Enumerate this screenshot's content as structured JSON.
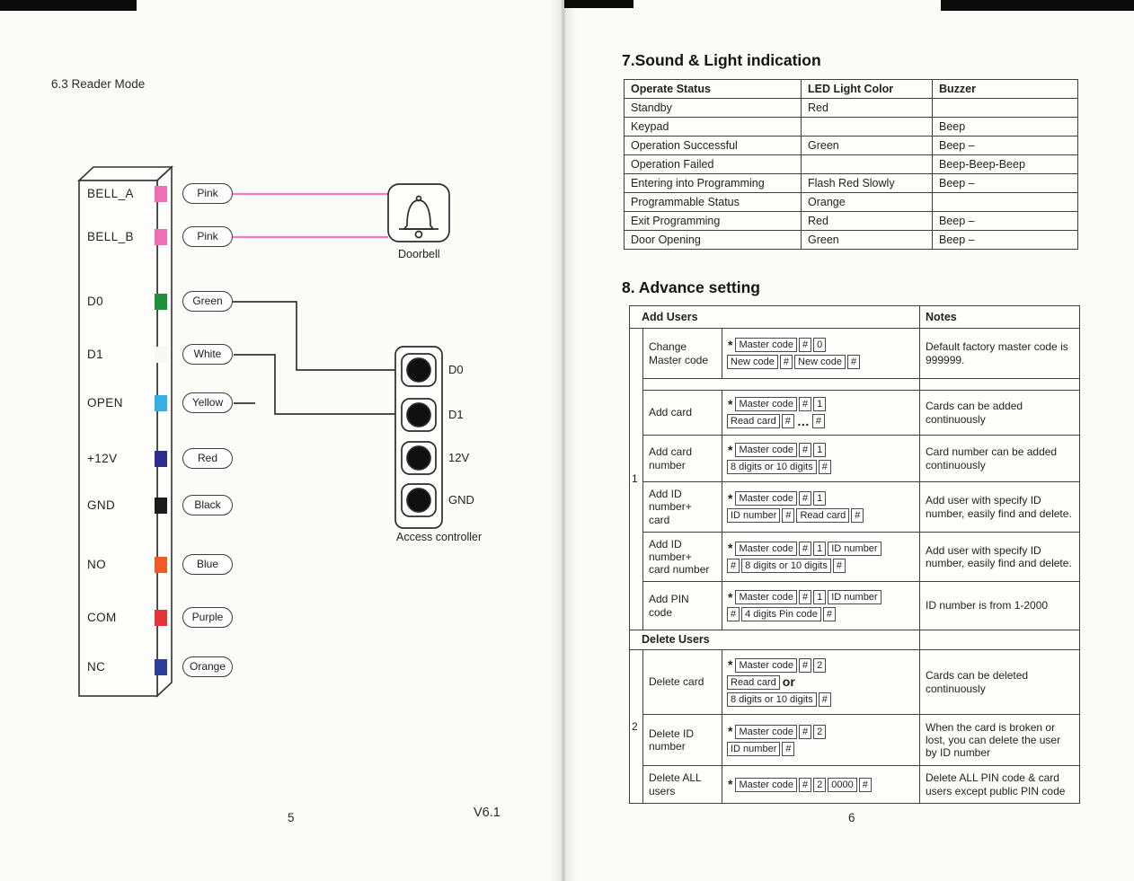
{
  "left_page": {
    "section_title": "6.3  Reader Mode",
    "page_number": "5",
    "version": "V6.1",
    "doorbell_label": "Doorbell",
    "access_controller_label": "Access controller",
    "controller_ports": [
      "D0",
      "D1",
      "12V",
      "GND"
    ],
    "terminals": [
      {
        "name": "BELL_A",
        "wire_label": "Pink",
        "wire_color": "#ef6fb6"
      },
      {
        "name": "BELL_B",
        "wire_label": "Pink",
        "wire_color": "#ef6fb6"
      },
      {
        "name": "D0",
        "wire_label": "Green",
        "wire_color": "#1e8f3c"
      },
      {
        "name": "D1",
        "wire_label": "White",
        "wire_color": "#f7f7f5"
      },
      {
        "name": "OPEN",
        "wire_label": "Yellow",
        "wire_color": "#36b0e4"
      },
      {
        "name": "+12V",
        "wire_label": "Red",
        "wire_color": "#2d2d8f"
      },
      {
        "name": "GND",
        "wire_label": "Black",
        "wire_color": "#1c1c1c"
      },
      {
        "name": "NO",
        "wire_label": "Blue",
        "wire_color": "#f05a28"
      },
      {
        "name": "COM",
        "wire_label": "Purple",
        "wire_color": "#e5343a"
      },
      {
        "name": "NC",
        "wire_label": "Orange",
        "wire_color": "#2c3e9b"
      }
    ]
  },
  "right_page": {
    "page_number": "6",
    "sound_section": {
      "title": "7.Sound & Light indication",
      "headers": [
        "Operate Status",
        "LED Light Color",
        "Buzzer"
      ],
      "rows": [
        {
          "status": "Standby",
          "led": "Red",
          "buzzer": ""
        },
        {
          "status": "Keypad",
          "led": "",
          "buzzer": "Beep"
        },
        {
          "status": "Operation Successful",
          "led": "Green",
          "buzzer": "Beep –"
        },
        {
          "status": "Operation Failed",
          "led": "",
          "buzzer": "Beep-Beep-Beep"
        },
        {
          "status": "Entering into Programming",
          "led": "Flash Red Slowly",
          "buzzer": "Beep –"
        },
        {
          "status": "Programmable Status",
          "led": "Orange",
          "buzzer": ""
        },
        {
          "status": "Exit Programming",
          "led": "Red",
          "buzzer": "Beep –"
        },
        {
          "status": "Door Opening",
          "led": "Green",
          "buzzer": "Beep –"
        }
      ]
    },
    "advance_section": {
      "title": "8. Advance setting",
      "add_users_header": "Add Users",
      "notes_header": "Notes",
      "delete_users_header": "Delete Users",
      "group1_number": "1",
      "group2_number": "2",
      "rows": [
        {
          "action": "Change Master code",
          "keys": [
            [
              [
                "text",
                "*"
              ],
              [
                "box",
                "Master code"
              ],
              [
                "box",
                "#"
              ],
              [
                "box",
                "0"
              ]
            ],
            [
              [
                "box",
                "New code"
              ],
              [
                "box",
                "#"
              ],
              [
                "box",
                "New code"
              ],
              [
                "box",
                "#"
              ]
            ]
          ],
          "note": "Default factory master code is 999999."
        },
        {
          "action": "Add card",
          "keys": [
            [
              [
                "text",
                "*"
              ],
              [
                "box",
                "Master code"
              ],
              [
                "box",
                "#"
              ],
              [
                "box",
                "1"
              ]
            ],
            [
              [
                "box",
                "Read card"
              ],
              [
                "box",
                "#"
              ],
              [
                "text",
                "…"
              ],
              [
                "box",
                "#"
              ]
            ]
          ],
          "note": "Cards can be added continuously"
        },
        {
          "action": "Add card number",
          "keys": [
            [
              [
                "text",
                "*"
              ],
              [
                "box",
                "Master code"
              ],
              [
                "box",
                "#"
              ],
              [
                "box",
                "1"
              ]
            ],
            [
              [
                "box",
                "8 digits or 10 digits"
              ],
              [
                "box",
                "#"
              ]
            ]
          ],
          "note": "Card number can be added continuously"
        },
        {
          "action": "Add ID number+ card",
          "keys": [
            [
              [
                "text",
                "*"
              ],
              [
                "box",
                "Master code"
              ],
              [
                "box",
                "#"
              ],
              [
                "box",
                "1"
              ]
            ],
            [
              [
                "box",
                "ID number"
              ],
              [
                "box",
                "#"
              ],
              [
                "box",
                "Read card"
              ],
              [
                "box",
                "#"
              ]
            ]
          ],
          "note": "Add user with specify ID number, easily find and delete."
        },
        {
          "action": "Add ID number+ card number",
          "keys": [
            [
              [
                "text",
                "*"
              ],
              [
                "box",
                "Master code"
              ],
              [
                "box",
                "#"
              ],
              [
                "box",
                "1"
              ],
              [
                "box",
                "ID number"
              ]
            ],
            [
              [
                "box",
                "#"
              ],
              [
                "box",
                "8 digits or 10 digits"
              ],
              [
                "box",
                "#"
              ]
            ]
          ],
          "note": "Add user with specify ID number, easily find and delete."
        },
        {
          "action": "Add PIN code",
          "keys": [
            [
              [
                "text",
                "*"
              ],
              [
                "box",
                "Master code"
              ],
              [
                "box",
                "#"
              ],
              [
                "box",
                "1"
              ],
              [
                "box",
                "ID number"
              ]
            ],
            [
              [
                "box",
                "#"
              ],
              [
                "box",
                "4 digits  Pin code"
              ],
              [
                "box",
                "#"
              ]
            ]
          ],
          "note": "ID number is from 1-2000"
        },
        {
          "action": "Delete card",
          "keys": [
            [
              [
                "text",
                "*"
              ],
              [
                "box",
                "Master code"
              ],
              [
                "box",
                "#"
              ],
              [
                "box",
                "2"
              ]
            ],
            [
              [
                "box",
                "Read card"
              ],
              [
                "text",
                "or"
              ]
            ],
            [
              [
                "box",
                "8 digits or 10 digits"
              ],
              [
                "box",
                "#"
              ]
            ]
          ],
          "note": "Cards can be deleted continuously"
        },
        {
          "action": "Delete ID number",
          "keys": [
            [
              [
                "text",
                "*"
              ],
              [
                "box",
                "Master code"
              ],
              [
                "box",
                "#"
              ],
              [
                "box",
                "2"
              ]
            ],
            [
              [
                "box",
                "ID number"
              ],
              [
                "box",
                "#"
              ]
            ]
          ],
          "note": "When the card is broken or lost, you can delete the user by ID number"
        },
        {
          "action": "Delete ALL users",
          "keys": [
            [
              [
                "text",
                "*"
              ],
              [
                "box",
                "Master code"
              ],
              [
                "box",
                "#"
              ],
              [
                "box",
                "2"
              ],
              [
                "box",
                "0000"
              ],
              [
                "box",
                "#"
              ]
            ]
          ],
          "note": "Delete ALL PIN code & card users except public PIN code"
        }
      ]
    }
  }
}
